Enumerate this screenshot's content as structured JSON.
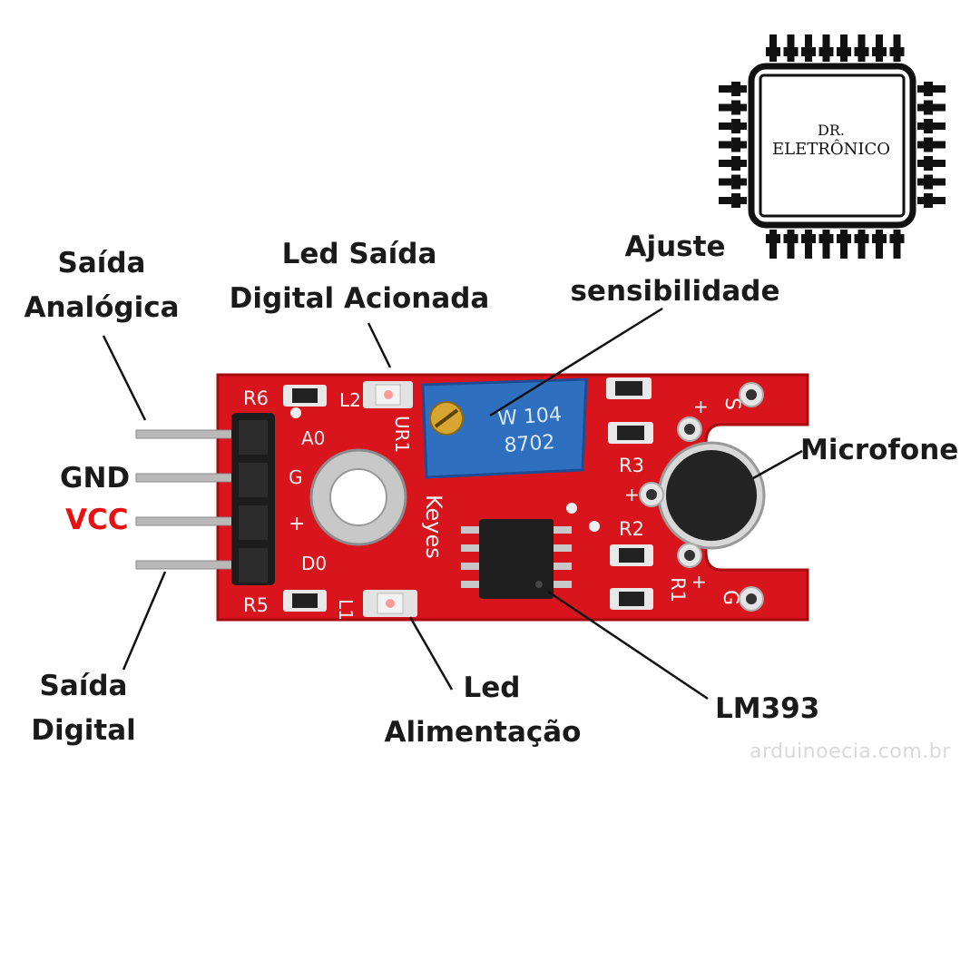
{
  "logo": {
    "line1": "DR.",
    "line2": "ELETRÔNICO"
  },
  "labels": {
    "saida_analogica": [
      "Saída",
      "Analógica"
    ],
    "led_saida_digital": [
      "Led Saída",
      "Digital Acionada"
    ],
    "ajuste": [
      "Ajuste",
      "sensibilidade"
    ],
    "microfone": "Microfone",
    "gnd": "GND",
    "vcc": "VCC",
    "saida_digital": [
      "Saída",
      "Digital"
    ],
    "led_alimentacao": [
      "Led",
      "Alimentação"
    ],
    "lm393": "LM393"
  },
  "board": {
    "silkscreen": {
      "r6": "R6",
      "l2": "L2",
      "ur1": "UR1",
      "a0": "A0",
      "g": "G",
      "plus": "+",
      "d0": "D0",
      "r5": "R5",
      "l1": "L1",
      "keyes": "Keyes",
      "r3": "R3",
      "r2": "R2",
      "r1": "R1",
      "s": "S",
      "g2": "G",
      "plus2": "+",
      "plus3": "+",
      "plus4": "+",
      "pot_code1": "W 104",
      "pot_code2": "8702"
    }
  },
  "watermark": "arduinoecia.com.br",
  "colors": {
    "pcb": "#d8141c",
    "vcc": "#e81010",
    "pot": "#2f6fc0"
  }
}
